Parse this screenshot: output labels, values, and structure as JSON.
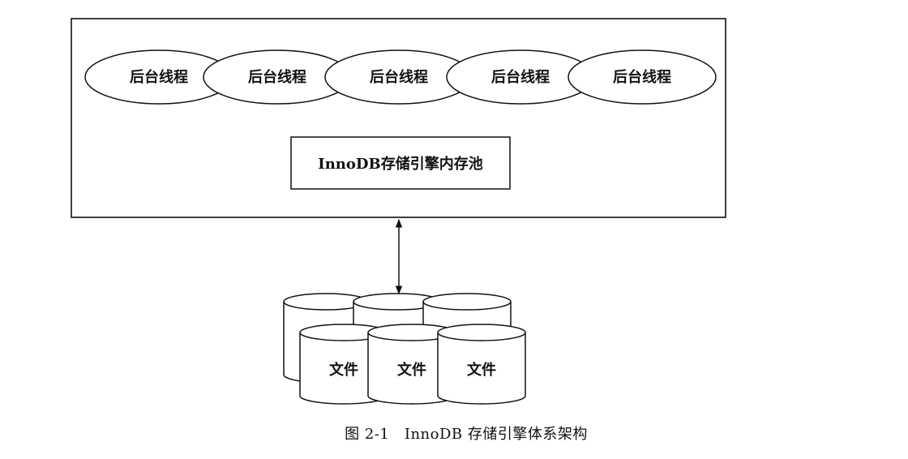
{
  "diagram": {
    "background_threads": [
      {
        "label": "后台线程"
      },
      {
        "label": "后台线程"
      },
      {
        "label": "后台线程"
      },
      {
        "label": "后台线程"
      },
      {
        "label": "后台线程"
      }
    ],
    "memory_pool": {
      "label": "InnoDB存储引擎内存池"
    },
    "files": [
      {
        "label": "文件"
      },
      {
        "label": "文件"
      },
      {
        "label": "文件"
      }
    ],
    "connector": "bidirectional-arrow"
  },
  "caption": {
    "text": "图 2-1　InnoDB 存储引擎体系架构"
  },
  "colors": {
    "stroke": "#111111",
    "fill": "#ffffff",
    "text": "#111111"
  }
}
